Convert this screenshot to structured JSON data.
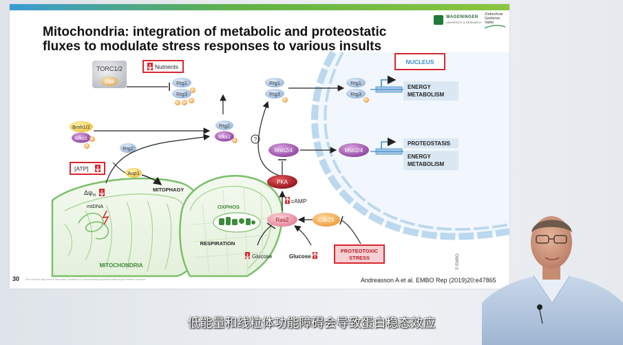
{
  "slide": {
    "title_line1": "Mitochondria: integration of metabolic and proteostatic",
    "title_line2": "fluxes to modulate stress responses to various insults",
    "logo_wageningen_line1": "WAGENINGEN",
    "logo_wageningen_line2": "UNIVERSITY & RESEARCH",
    "logo_hospital_line1": "Ziekenhuis",
    "logo_hospital_line2": "Gelderse",
    "logo_hospital_line3": "Vallei",
    "slide_number": "30",
    "footnote": "This content may not be amended, modified or commercially exploited without prior written consent",
    "citation": "Andreasson A et al. EMBO Rep (2019)20:e47865",
    "copyright": "© EMBO"
  },
  "diagram": {
    "torc": "TORC1/2",
    "lst8": "Lst8",
    "nutrients": "Nutrients",
    "nucleus": "NUCLEUS",
    "rtg1": "Rtg1",
    "rtg3": "Rtg3",
    "rtg2": "Rtg2",
    "mks1": "Mks1",
    "bmh": "Bmh1/2",
    "p": "P",
    "atp": "[ATP]",
    "aup1": "Aup1",
    "mitophagy": "MITOPHAGY",
    "delta_psi": "Δψ",
    "delta_psi_sub": "m",
    "mtdna": "mtDNA",
    "mitochondria": "MITOCHONDRIA",
    "oxphos": "OXPHOS",
    "respiration": "RESPIRATION",
    "question": "?",
    "msn": "Msn2/4",
    "pka": "PKA",
    "camp": "cAMP",
    "ras2": "Ras2",
    "cdc25": "Cdc25",
    "glucose": "Glucose",
    "proteotoxic1": "PROTEOTOXIC",
    "proteotoxic2": "STRESS",
    "energy": "ENERGY",
    "metabolism": "METABOLISM",
    "proteostasis": "PROTEOSTASIS"
  },
  "subtitle": "低能量和线粒体功能障碍会导致蛋白稳态效应",
  "colors": {
    "accent_red": "#d8262e",
    "mito_green": "#7bbf6a",
    "nucleus_blue": "#bcd8ee",
    "protein_blue": "#a9c6e6",
    "protein_purple": "#a15ab0",
    "pka_red": "#b41f2a",
    "phospho_orange": "#f39a2e"
  }
}
